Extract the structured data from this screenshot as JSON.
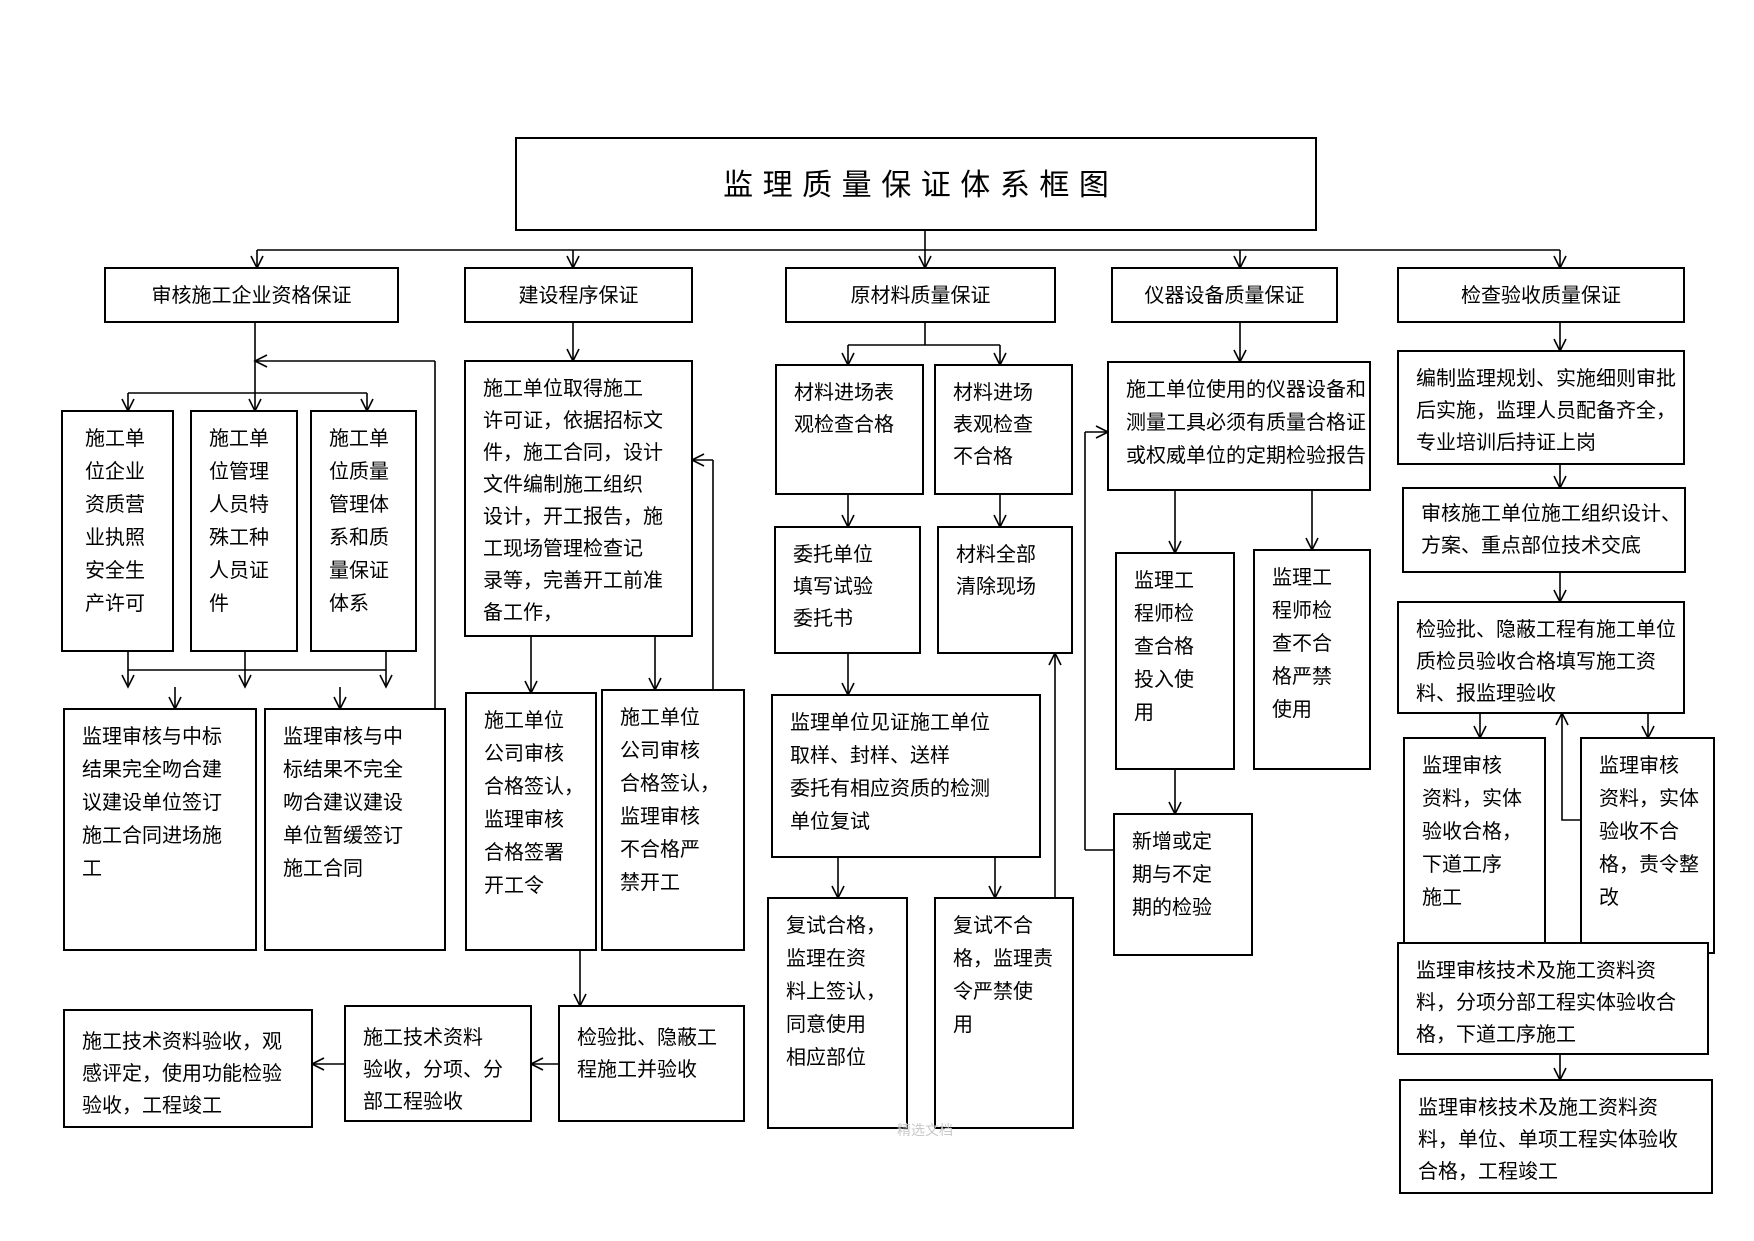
{
  "title": "监 理 质 量 保 证 体 系 框 图",
  "watermark": "精选文档",
  "categories": {
    "qualification": "审核施工企业资格保证",
    "procedure": "建设程序保证",
    "material": "原材料质量保证",
    "equipment": "仪器设备质量保证",
    "inspection": "检查验收质量保证"
  },
  "qualification": {
    "license": [
      "施工单",
      "位企业",
      "资质营",
      "业执照",
      "安全生",
      "产许可"
    ],
    "personnel": [
      "施工单",
      "位管理",
      "人员特",
      "殊工种",
      "人员证",
      "件"
    ],
    "system": [
      "施工单",
      "位质量",
      "管理体",
      "系和质",
      "量保证",
      "体系"
    ],
    "match": [
      "监理审核与中标",
      "结果完全吻合建",
      "议建设单位签订",
      "施工合同进场施",
      "工"
    ],
    "mismatch": [
      "监理审核与中",
      "标结果不完全",
      "吻合建议建设",
      "单位暂缓签订",
      "施工合同"
    ]
  },
  "procedure": {
    "prep": [
      "施工单位取得施工",
      "许可证，依据招标文",
      "件，施工合同，设计",
      "文件编制施工组织",
      "设计，开工报告，施",
      "工现场管理检查记",
      "录等，完善开工前准",
      "备工作，"
    ],
    "approved": [
      "施工单位",
      "公司审核",
      "合格签认，",
      "监理审核",
      "合格签署",
      "开工令"
    ],
    "rejected": [
      "施工单位",
      "公司审核",
      "合格签认，",
      "监理审核",
      "不合格严",
      "禁开工"
    ],
    "lot_inspection": [
      "检验批、隐蔽工",
      "程施工并验收"
    ],
    "sub_acceptance": [
      "施工技术资料",
      "验收，分项、分",
      "部工程验收"
    ],
    "completion": [
      "施工技术资料验收，观",
      "感评定，使用功能检验",
      "验收，工程竣工"
    ]
  },
  "material": {
    "appearance_ok": [
      "材料进场表",
      "观检查合格"
    ],
    "appearance_fail": [
      "材料进场",
      "表观检查",
      "不合格"
    ],
    "commission": [
      "委托单位",
      "填写试验",
      "委托书"
    ],
    "clear": [
      "材料全部",
      "清除现场"
    ],
    "witness": [
      "监理单位见证施工单位",
      "取样、封样、送样",
      " 委托有相应资质的检测",
      "单位复试"
    ],
    "retest_ok": [
      "复试合格，",
      "监理在资",
      "料上签认，",
      "同意使用",
      "相应部位"
    ],
    "retest_fail": [
      "复试不合",
      "格，监理责",
      "令严禁使",
      "用"
    ]
  },
  "equipment": {
    "cert": [
      "施工单位使用的仪器设备和",
      "测量工具必须有质量合格证",
      "或权威单位的定期检验报告"
    ],
    "ok": [
      "监理工",
      "程师检",
      "查合格",
      "投入使",
      "用"
    ],
    "fail": [
      "监理工",
      "程师检",
      "查不合",
      "格严禁",
      "使用"
    ],
    "periodic": [
      "新增或定",
      "期与不定",
      "期的检验"
    ]
  },
  "inspection": {
    "plan": [
      "编制监理规划、实施细则审批",
      "后实施，监理人员配备齐全，",
      "专业培训后持证上岗"
    ],
    "review": [
      "审核施工单位施工组织设计、",
      "方案、重点部位技术交底"
    ],
    "lot": [
      "检验批、隐蔽工程有施工单位",
      "质检员验收合格填写施工资",
      "料、报监理验收"
    ],
    "pass": [
      "监理审核",
      "资料，实体",
      "验收合格，",
      "下道工序",
      "施工"
    ],
    "fail": [
      "监理审核",
      "资料，实体",
      "验收不合",
      "格，责令整",
      "改"
    ],
    "sub": [
      "监理审核技术及施工资料资",
      "料，分项分部工程实体验收合",
      "格，下道工序施工"
    ],
    "unit": [
      "监理审核技术及施工资料资",
      "料，单位、单项工程实体验收",
      "合格，工程竣工"
    ]
  }
}
